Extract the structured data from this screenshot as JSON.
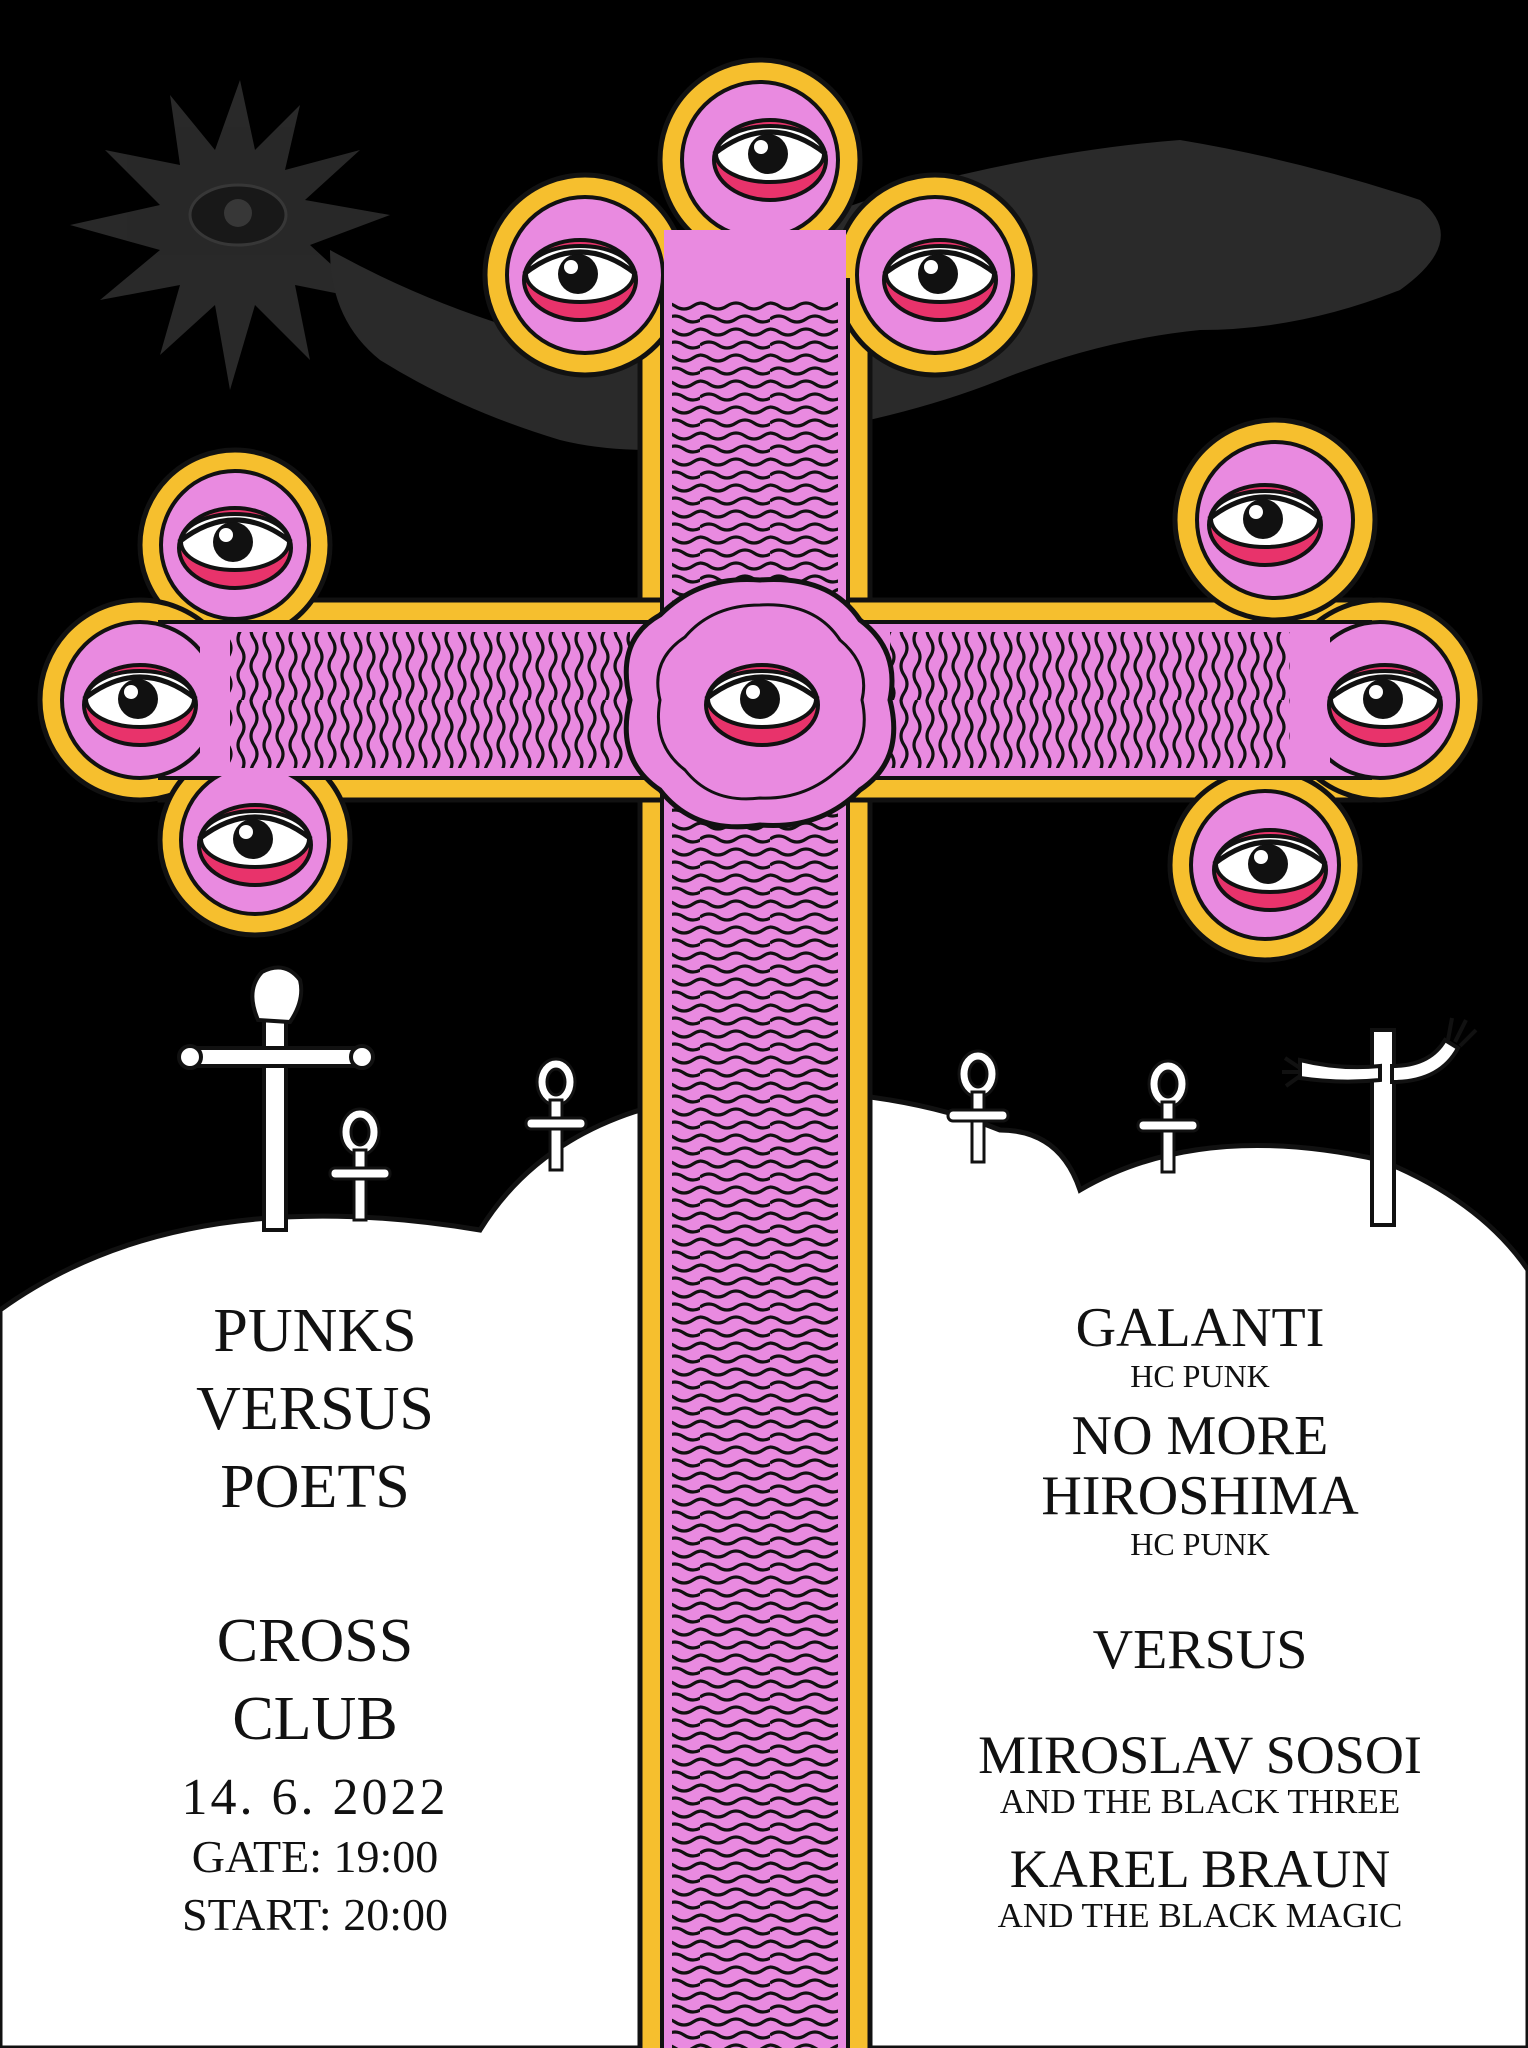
{
  "poster": {
    "colors": {
      "background": "#000000",
      "cross_fill": "#e98ae0",
      "cross_outline": "#f6bf2e",
      "eye_lid": "#e8336b",
      "hills": "#ffffff",
      "sun_smoke": "#2e2e2e",
      "text": "#111111"
    },
    "left": {
      "title_line1": "PUNKS",
      "title_line2": "VERSUS",
      "title_line3": "POETS",
      "venue_line1": "CROSS",
      "venue_line2": "CLUB",
      "date": "14. 6. 2022",
      "gate": "GATE: 19:00",
      "start": "START: 20:00"
    },
    "right": {
      "band1": "GALANTI",
      "band1_genre": "HC PUNK",
      "band2_line1": "NO MORE",
      "band2_line2": "HIROSHIMA",
      "band2_genre": "HC PUNK",
      "versus": "VERSUS",
      "poet1": "MIROSLAV SOSOI",
      "poet1_sub": "AND THE BLACK THREE",
      "poet2": "KAREL BRAUN",
      "poet2_sub": "AND THE BLACK MAGIC"
    }
  }
}
